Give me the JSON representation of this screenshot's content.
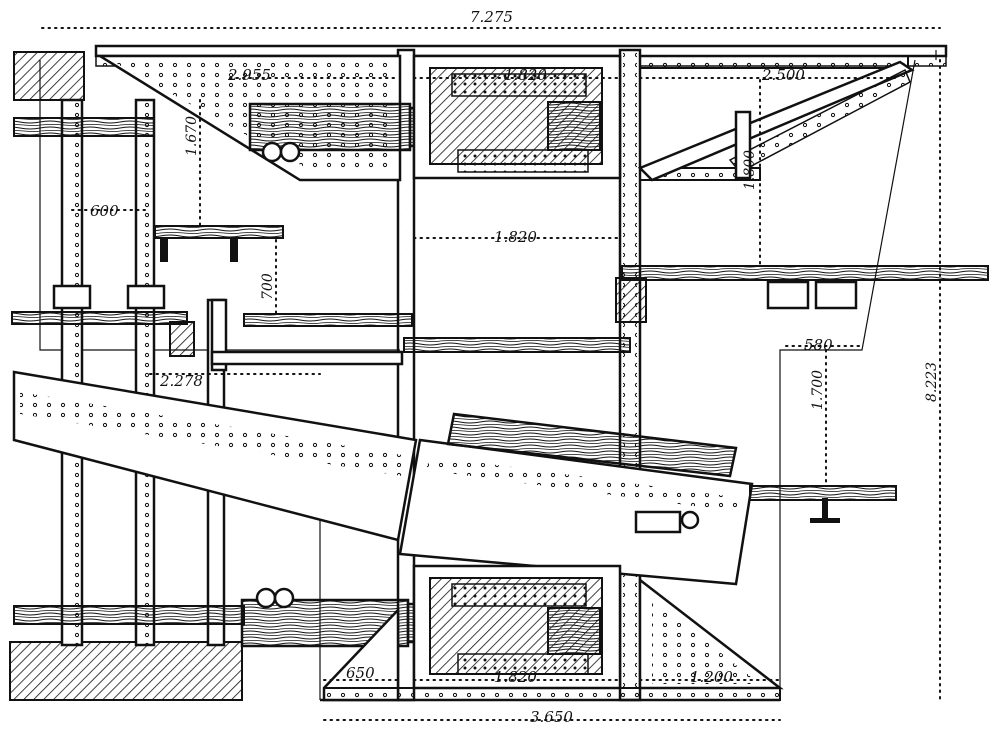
{
  "drawing": {
    "dimensions": {
      "overall_width": "7.275",
      "top_left_span": "2.955",
      "top_center_span": "1.820",
      "top_right_span": "2.500",
      "left_height": "1.670",
      "column_spacing": "600",
      "middle_span": "1.820",
      "beam_gap": "700",
      "left_offset": "2.278",
      "right_offset": "580",
      "right_height": "1.700",
      "total_height": "8.223",
      "upper_right_height": "1.800",
      "bottom_left_span": "650",
      "bottom_center_span": "1.820",
      "bottom_right_span": "1.200",
      "bottom_width": "3.650"
    },
    "colors": {
      "ink": "#111111",
      "paper": "#ffffff"
    }
  }
}
